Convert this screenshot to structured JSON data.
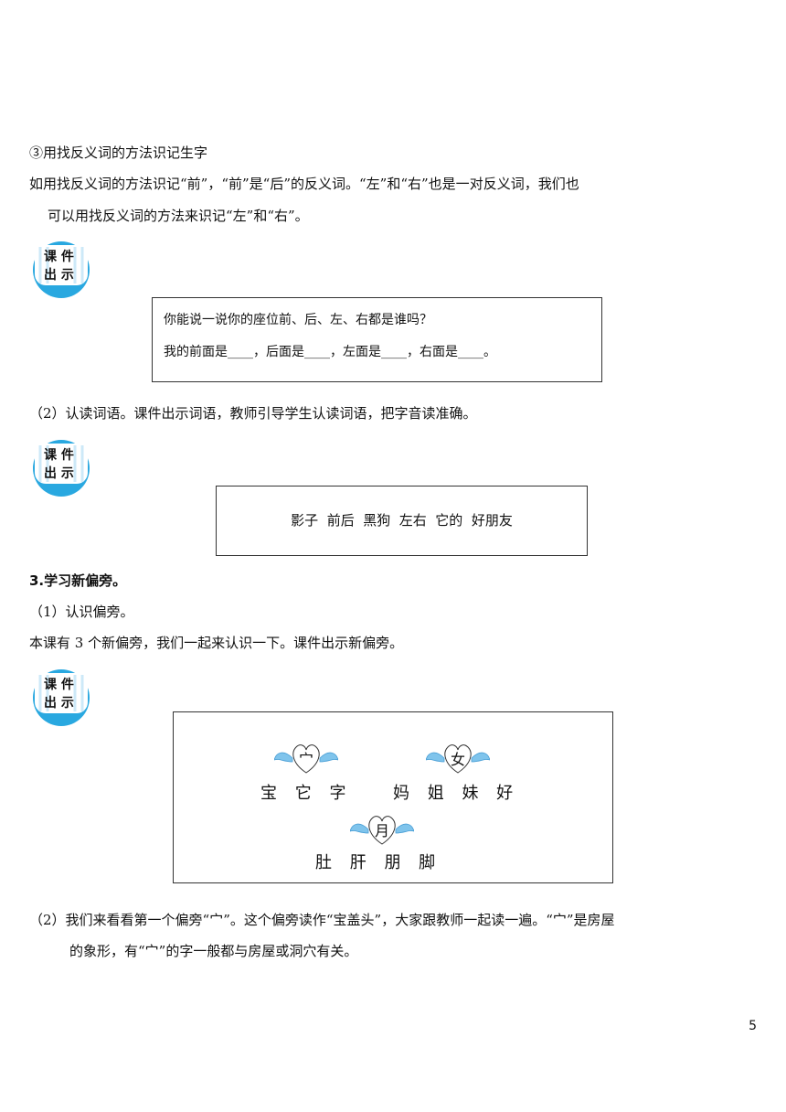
{
  "method3": {
    "heading": "③用找反义词的方法识记生字",
    "para_line1": "如用找反义词的方法识记“前”，“前”是“后”的反义词。“左”和“右”也是一对反义词，我们也",
    "para_line2": "可以用找反义词的方法来识记“左”和“右”。"
  },
  "badge": {
    "line1": "课 件",
    "line2": "出 示"
  },
  "box1": {
    "line1": "你能说一说你的座位前、后、左、右都是谁吗？",
    "line2": "我的前面是____，后面是____，左面是____，右面是____。"
  },
  "step2_words": "（2）认读词语。课件出示词语，教师引导学生认读词语，把字音读准确。",
  "box2": {
    "words": "影子  前后  黑狗  左右  它的  好朋友"
  },
  "section3": {
    "heading": "3.学习新偏旁。",
    "sub1": "（1）认识偏旁。",
    "intro": "本课有 3 个新偏旁，我们一起来认识一下。课件出示新偏旁。"
  },
  "box3": {
    "radical1": "宀",
    "chars1": "宝 它 字",
    "radical2": "女",
    "chars2": "妈 姐 妹 好",
    "radical3": "月",
    "chars3": "肚 肝 朋 脚"
  },
  "step2_radical": {
    "line1": "（2）我们来看看第一个偏旁“宀”。这个偏旁读作“宝盖头”，大家跟教师一起读一遍。“宀”是房屋",
    "line2": "的象形，有“宀”的字一般都与房屋或洞穴有关。"
  },
  "page_number": "5",
  "colors": {
    "badge_blue": "#29a8e0",
    "wing_blue": "#7fc4ec",
    "badge_white": "#ffffff"
  }
}
